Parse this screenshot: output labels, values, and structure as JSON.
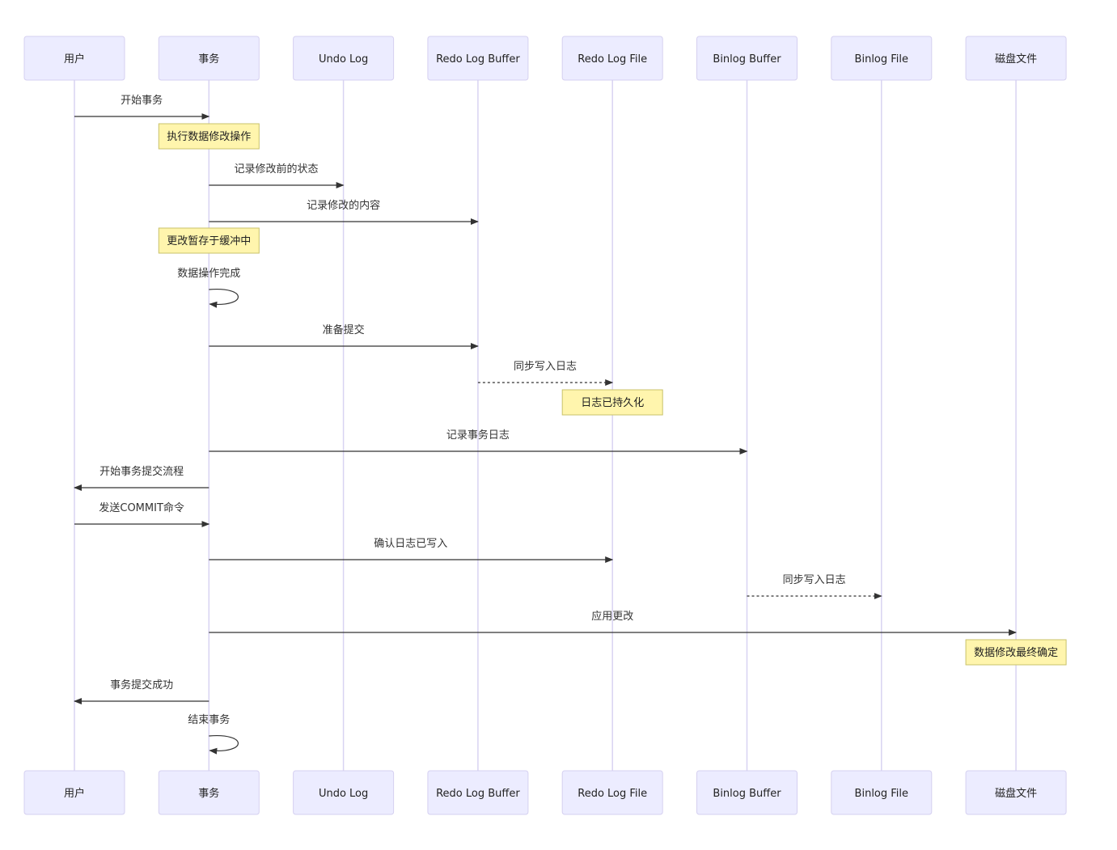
{
  "colors": {
    "actor_fill": "#ececff",
    "actor_stroke": "#d5d0f0",
    "lifeline": "#d8d3f2",
    "note_fill": "#fff5ad",
    "note_stroke": "#c9c26a",
    "message_line": "#333333"
  },
  "participants": [
    {
      "id": "user",
      "label": "用户"
    },
    {
      "id": "txn",
      "label": "事务"
    },
    {
      "id": "undo",
      "label": "Undo Log"
    },
    {
      "id": "redobuf",
      "label": "Redo Log Buffer"
    },
    {
      "id": "redofile",
      "label": "Redo Log File"
    },
    {
      "id": "binbuf",
      "label": "Binlog Buffer"
    },
    {
      "id": "binfile",
      "label": "Binlog File"
    },
    {
      "id": "disk",
      "label": "磁盘文件"
    }
  ],
  "events": [
    {
      "kind": "message",
      "from": "user",
      "to": "txn",
      "label": "开始事务",
      "style": "solid"
    },
    {
      "kind": "note",
      "over": "txn",
      "label": "执行数据修改操作"
    },
    {
      "kind": "message",
      "from": "txn",
      "to": "undo",
      "label": "记录修改前的状态",
      "style": "solid"
    },
    {
      "kind": "message",
      "from": "txn",
      "to": "redobuf",
      "label": "记录修改的内容",
      "style": "solid"
    },
    {
      "kind": "note",
      "over": "txn",
      "label": "更改暂存于缓冲中"
    },
    {
      "kind": "self",
      "at": "txn",
      "label": "数据操作完成"
    },
    {
      "kind": "message",
      "from": "txn",
      "to": "redobuf",
      "label": "准备提交",
      "style": "solid"
    },
    {
      "kind": "message",
      "from": "redobuf",
      "to": "redofile",
      "label": "同步写入日志",
      "style": "dashed"
    },
    {
      "kind": "note",
      "over": "redofile",
      "label": "日志已持久化"
    },
    {
      "kind": "message",
      "from": "txn",
      "to": "binbuf",
      "label": "记录事务日志",
      "style": "solid"
    },
    {
      "kind": "message",
      "from": "txn",
      "to": "user",
      "label": "开始事务提交流程",
      "style": "solid"
    },
    {
      "kind": "message",
      "from": "user",
      "to": "txn",
      "label": "发送COMMIT命令",
      "style": "solid"
    },
    {
      "kind": "message",
      "from": "txn",
      "to": "redofile",
      "label": "确认日志已写入",
      "style": "solid"
    },
    {
      "kind": "message",
      "from": "binbuf",
      "to": "binfile",
      "label": "同步写入日志",
      "style": "dashed"
    },
    {
      "kind": "message",
      "from": "txn",
      "to": "disk",
      "label": "应用更改",
      "style": "solid"
    },
    {
      "kind": "note",
      "over": "disk",
      "label": "数据修改最终确定"
    },
    {
      "kind": "message",
      "from": "txn",
      "to": "user",
      "label": "事务提交成功",
      "style": "solid"
    },
    {
      "kind": "self",
      "at": "txn",
      "label": "结束事务"
    }
  ]
}
